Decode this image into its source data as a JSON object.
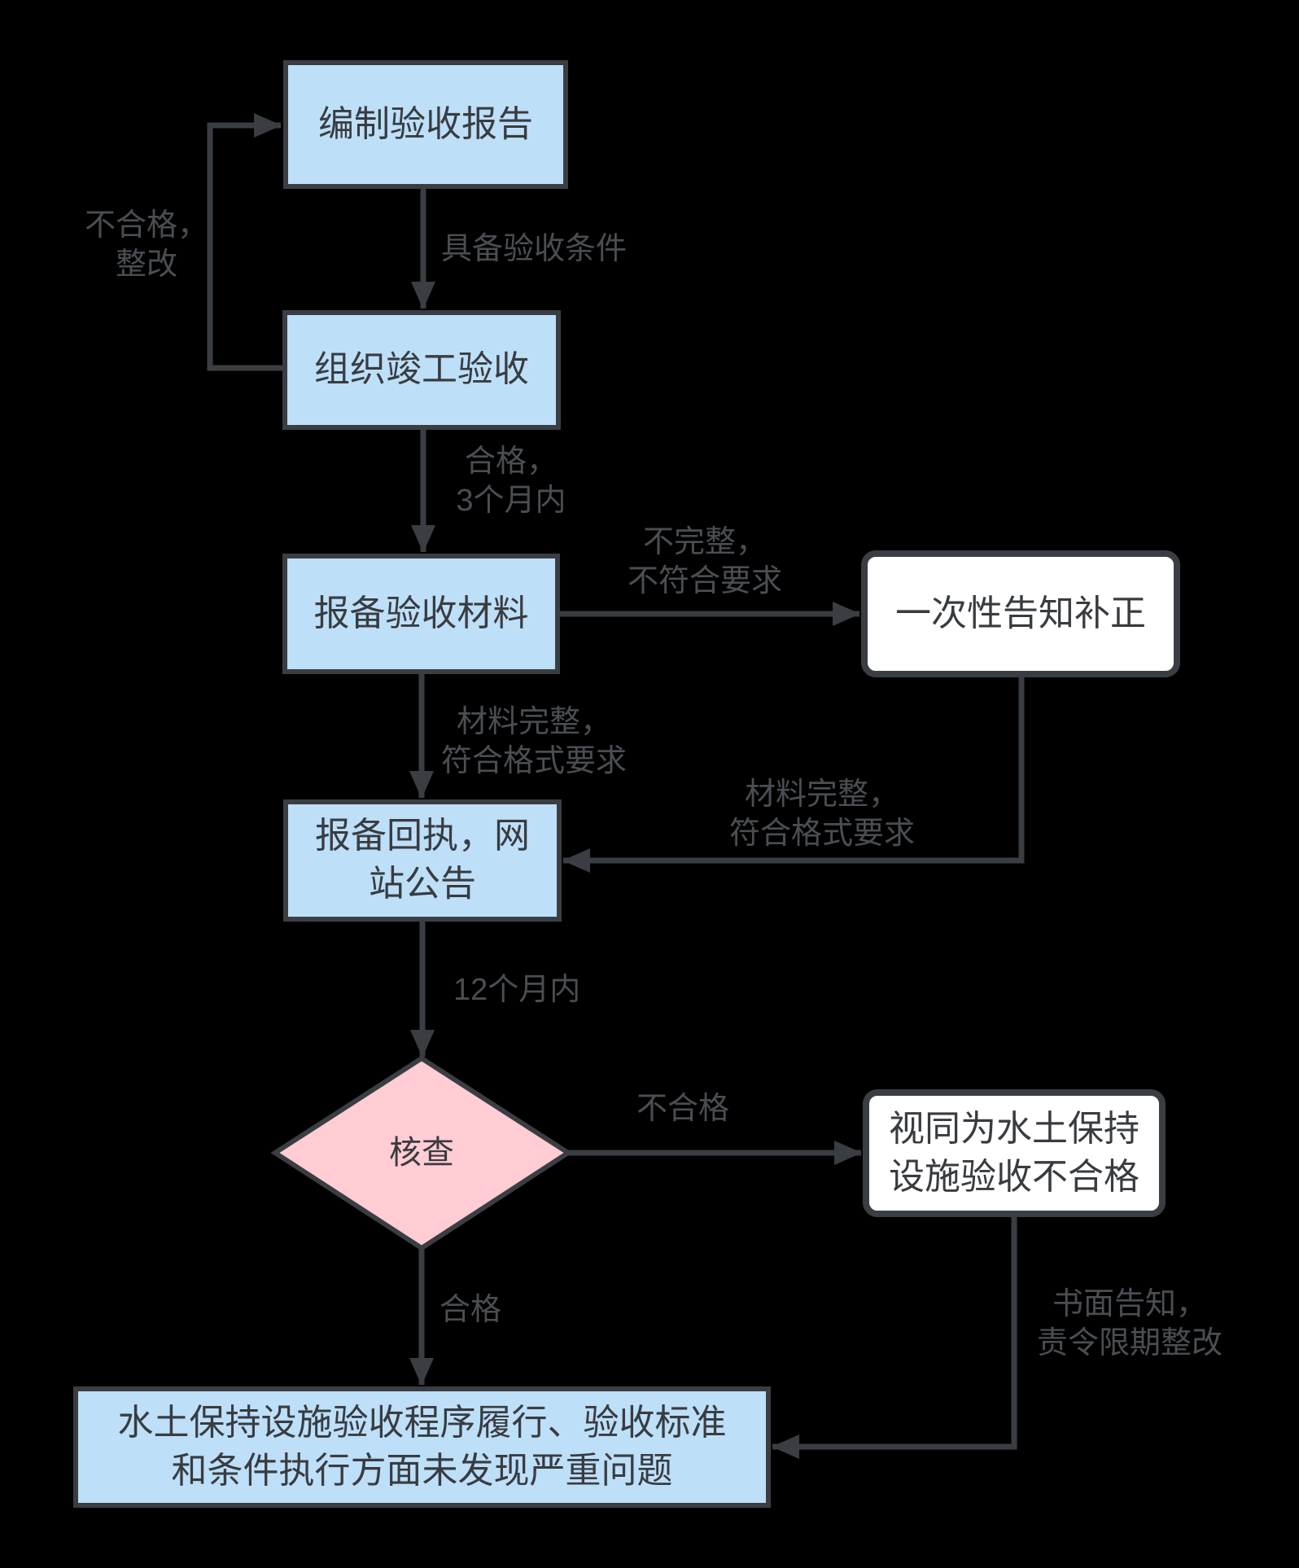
{
  "diagram": {
    "nodes": {
      "prepare_report": {
        "label": "编制验收报告"
      },
      "organize_acceptance": {
        "label": "组织竣工验收"
      },
      "submit_materials": {
        "label": "报备验收材料"
      },
      "one_time_notice": {
        "label": "一次性告知补正"
      },
      "receipt_announcement": {
        "label": "报备回执，网\n站公告"
      },
      "verification": {
        "label": "核查"
      },
      "deemed_failed": {
        "label": "视同为水土保持\n设施验收不合格"
      },
      "final_result": {
        "label": "水土保持设施验收程序履行、验收标准\n和条件执行方面未发现严重问题"
      }
    },
    "edge_labels": {
      "ready_for_acceptance": "具备验收条件",
      "failed_rework": "不合格，\n整改",
      "passed_3_months": "合格，\n3个月内",
      "incomplete": "不完整，\n不符合要求",
      "complete_format_1": "材料完整，\n符合格式要求",
      "complete_format_2": "材料完整，\n符合格式要求",
      "within_12_months": "12个月内",
      "failed": "不合格",
      "passed": "合格",
      "written_notice": "书面告知，\n责令限期整改"
    },
    "colors": {
      "background": "#000000",
      "process_fill": "#BEDFF8",
      "decision_fill": "#FFCDD3",
      "terminal_fill": "#FFFFFF",
      "line": "#3A3E43",
      "node_text": "#383C41",
      "label_text": "#4A4E53"
    }
  }
}
